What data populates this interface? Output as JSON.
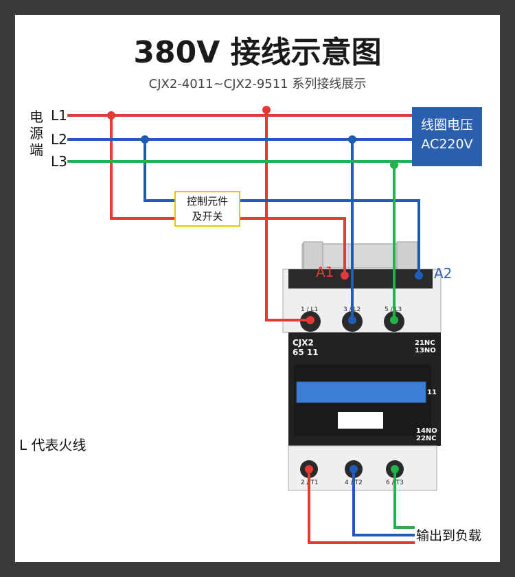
{
  "title": "380V 接线示意图",
  "subtitle": "CJX2-4011~CJX2-9511 系列接线展示",
  "power_source_label": "电源端",
  "lines": [
    "L1",
    "L2",
    "L3"
  ],
  "coil_voltage": {
    "line1": "线圈电压",
    "line2": "AC220V"
  },
  "control_element": {
    "line1": "控制元件",
    "line2": "及开关"
  },
  "coil_terminals": {
    "a1": "A1",
    "a2": "A2"
  },
  "input_terminals": [
    "1 / L1",
    "3 / L2",
    "5 / L3"
  ],
  "output_terminals": [
    "2 / T1",
    "4 / T2",
    "6 / T3"
  ],
  "model": {
    "line1": "CJX2",
    "line2": "65 11"
  },
  "aux_contacts": {
    "top1": "21NC",
    "top2": "13NO",
    "mid": "11",
    "bot1": "14NO",
    "bot2": "22NC"
  },
  "note": "L 代表火线",
  "output_label": "输出到负载",
  "colors": {
    "l1_wire": "#e53935",
    "l2_wire": "#1f5cb8",
    "l3_wire": "#22b14c",
    "coil_box": "#2b5fae",
    "control_box_border": "#f2c200",
    "contactor_body": "#222222",
    "armature": "#3d7fd6"
  }
}
